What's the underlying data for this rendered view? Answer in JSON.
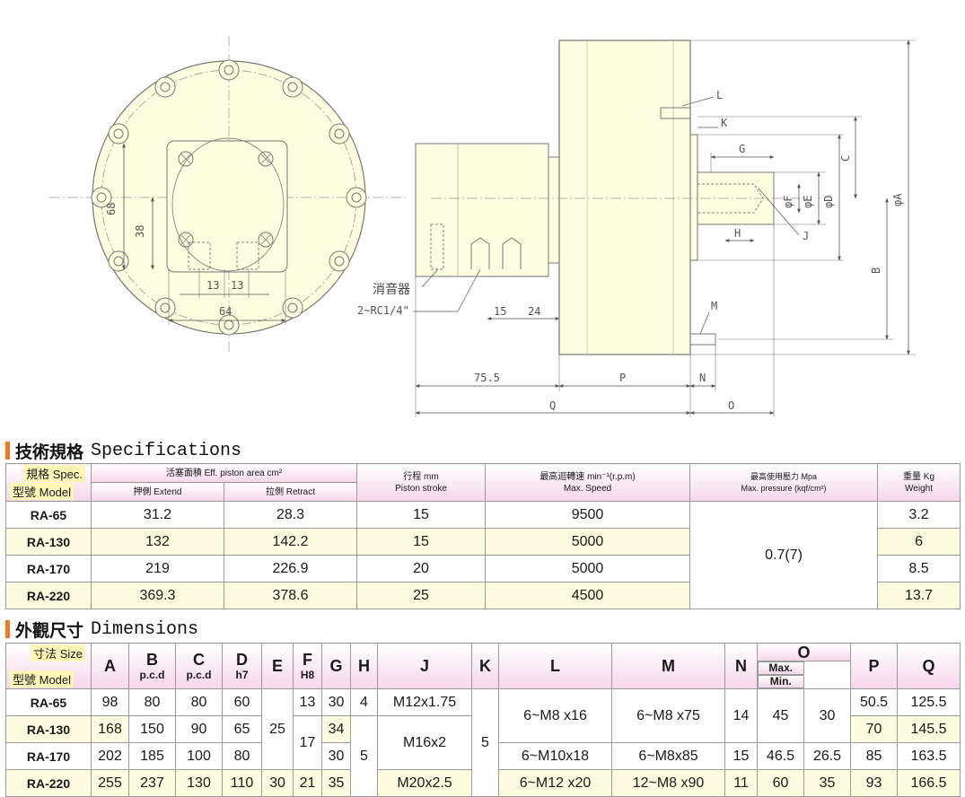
{
  "drawing": {
    "labels": {
      "d68": "68",
      "d38": "38",
      "d13a": "13",
      "d13b": "13",
      "d64": "64",
      "muffler": "消音器",
      "rc": "2~RC1/4\"",
      "d15": "15",
      "d24": "24",
      "d755": "75.5",
      "P": "P",
      "Q": "Q",
      "N": "N",
      "O": "O",
      "L": "L",
      "K": "K",
      "G": "G",
      "C": "C",
      "H": "H",
      "J": "J",
      "phiF": "φF",
      "phiE": "φE",
      "phiD": "φD",
      "phiA": "φA",
      "B": "B",
      "M": "M"
    },
    "colors": {
      "body_fill": "#fdfde0",
      "line": "#555555",
      "accent_bar": "#f07a1c",
      "header_pink": "#f6d6ea",
      "row_yellow": "#fdfbe0"
    }
  },
  "specifications": {
    "title_cjk": "技術規格",
    "title_en": "Specifications",
    "corner_top": "規格 Spec.",
    "corner_bottom": "型號 Model",
    "eff_area_label": "活塞面積 Eff. piston area cm²",
    "extend_label": "押側 Extend",
    "retract_label": "拉側 Retract",
    "stroke_label_1": "行程 mm",
    "stroke_label_2": "Piston stroke",
    "speed_label_1": "最高迴轉速 min⁻¹(r.p.m)",
    "speed_label_2": "Max. Speed",
    "pressure_label_1": "最高使用壓力 Mpa",
    "pressure_label_2": "Max. pressure (kqf/cm²)",
    "weight_label_1": "重量 Kg",
    "weight_label_2": "Weight",
    "pressure_value": "0.7(7)",
    "rows": [
      {
        "model": "RA-65",
        "extend": "31.2",
        "retract": "28.3",
        "stroke": "15",
        "speed": "9500",
        "weight": "3.2"
      },
      {
        "model": "RA-130",
        "extend": "132",
        "retract": "142.2",
        "stroke": "15",
        "speed": "5000",
        "weight": "6"
      },
      {
        "model": "RA-170",
        "extend": "219",
        "retract": "226.9",
        "stroke": "20",
        "speed": "5000",
        "weight": "8.5"
      },
      {
        "model": "RA-220",
        "extend": "369.3",
        "retract": "378.6",
        "stroke": "25",
        "speed": "4500",
        "weight": "13.7"
      }
    ]
  },
  "dimensions": {
    "title_cjk": "外觀尺寸",
    "title_en": "Dimensions",
    "corner_top": "寸法 Size",
    "corner_bottom": "型號 Model",
    "headers": {
      "A": "A",
      "B": "B",
      "B_sub": "p.c.d",
      "C": "C",
      "C_sub": "p.c.d",
      "D": "D",
      "D_sub": "h7",
      "E": "E",
      "F": "F",
      "F_sub": "H8",
      "G": "G",
      "H": "H",
      "J": "J",
      "K": "K",
      "L": "L",
      "M": "M",
      "N": "N",
      "O": "O",
      "O_max": "Max.",
      "O_min": "Min.",
      "P": "P",
      "Q": "Q"
    },
    "rows": [
      {
        "model": "RA-65",
        "A": "98",
        "B": "80",
        "C": "80",
        "D": "60",
        "F": "13",
        "G": "30",
        "H": "4",
        "J": "M12x1.75",
        "Omax": "45",
        "Omin": "30",
        "P": "50.5",
        "Q": "125.5"
      },
      {
        "model": "RA-130",
        "A": "168",
        "B": "150",
        "C": "90",
        "D": "65",
        "G": "34",
        "P": "70",
        "Q": "145.5"
      },
      {
        "model": "RA-170",
        "A": "202",
        "B": "185",
        "C": "100",
        "D": "80",
        "G": "30",
        "Omax": "46.5",
        "Omin": "26.5",
        "P": "85",
        "Q": "163.5"
      },
      {
        "model": "RA-220",
        "A": "255",
        "B": "237",
        "C": "130",
        "D": "110",
        "G": "35",
        "J": "M20x2.5",
        "Omax": "60",
        "Omin": "35",
        "P": "93",
        "Q": "166.5"
      }
    ],
    "merged": {
      "E_12": "25",
      "E_4": "30",
      "F_23": "17",
      "F_4": "21",
      "H_234": "5",
      "J_23": "M16x2",
      "K_all": "5",
      "L_12": "6~M8 x16",
      "L_3": "6~M10x18",
      "L_4": "6~M12 x20",
      "M_12": "6~M8 x75",
      "M_3": "6~M8x85",
      "M_4": "12~M8 x90",
      "N_12": "14",
      "N_3": "15",
      "N_4": "11"
    }
  }
}
